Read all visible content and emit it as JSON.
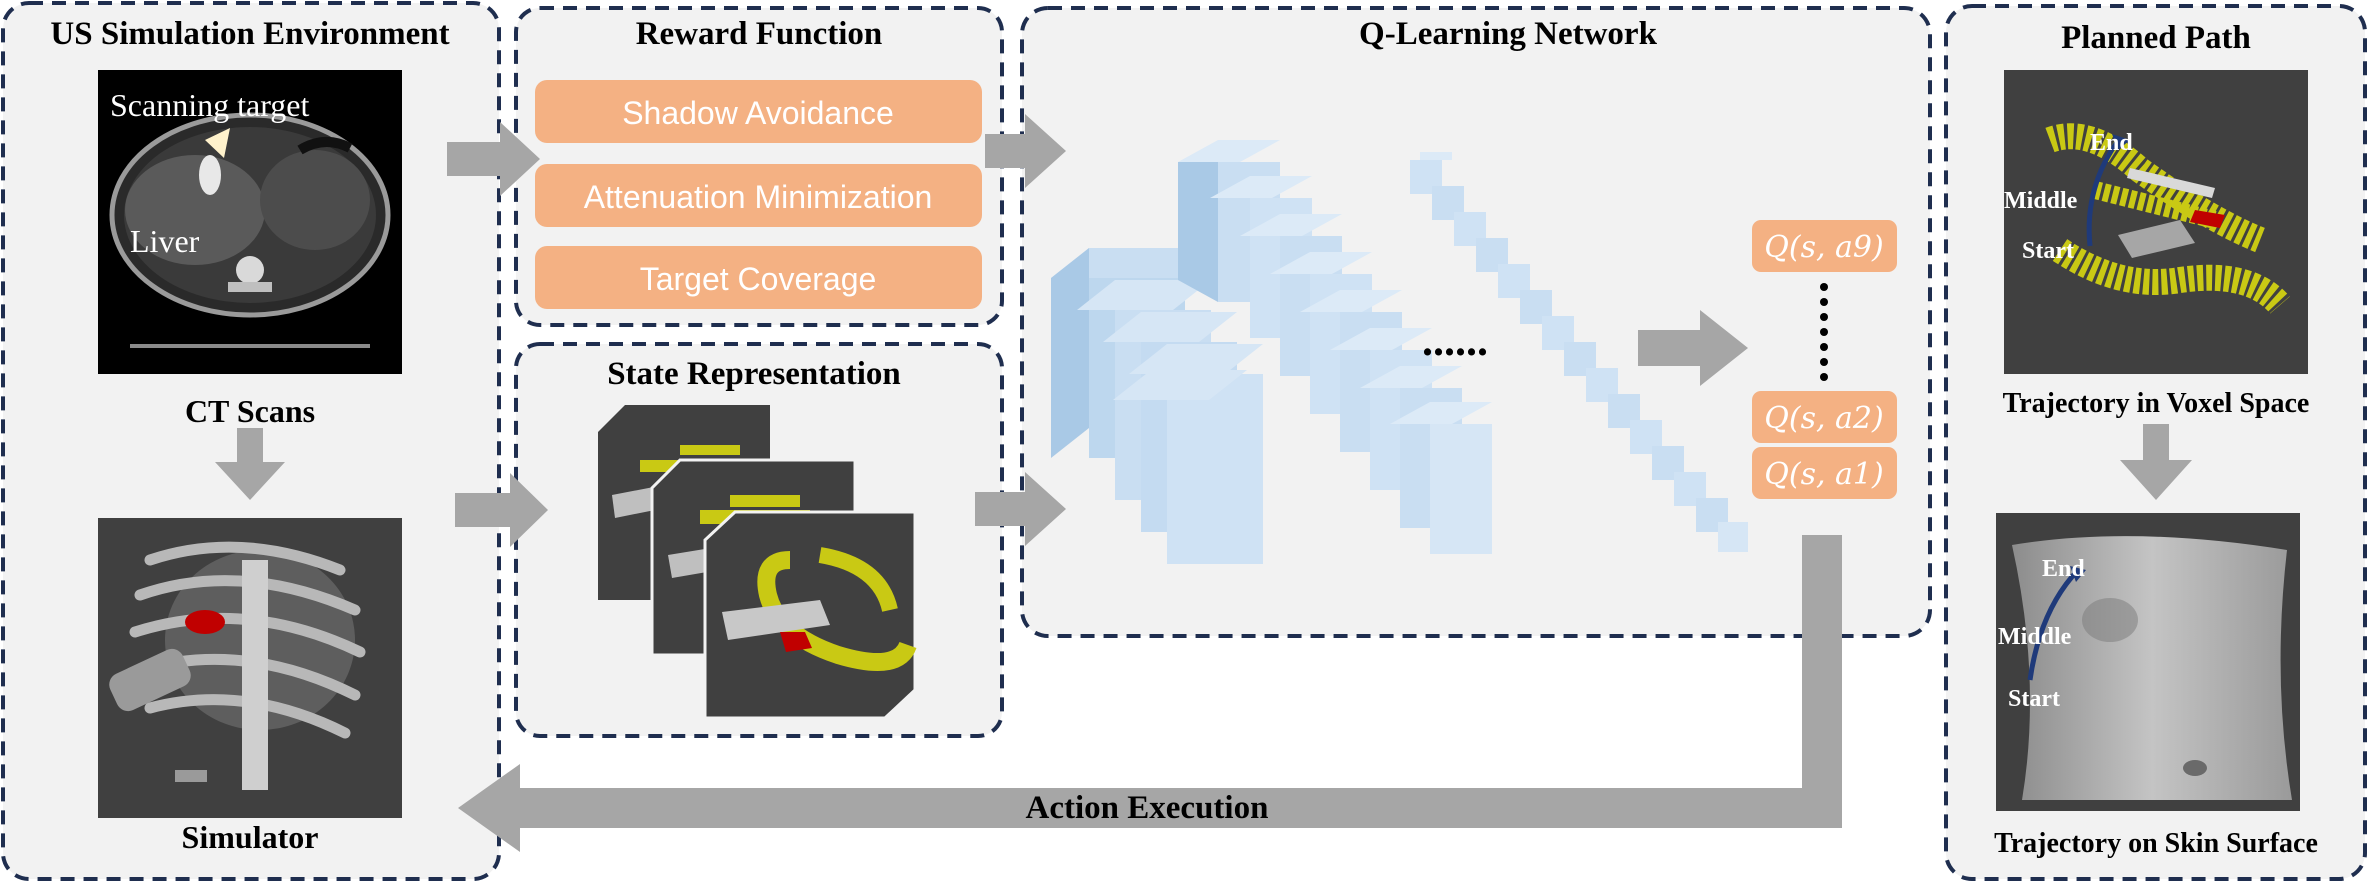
{
  "panels": {
    "env": {
      "title": "US Simulation Environment",
      "ct_annotation_target": "Scanning target",
      "ct_annotation_liver": "Liver",
      "ct_caption": "CT Scans",
      "sim_caption": "Simulator"
    },
    "reward": {
      "title": "Reward Function",
      "items": [
        "Shadow Avoidance",
        "Attenuation Minimization",
        "Target Coverage"
      ]
    },
    "state": {
      "title": "State Representation"
    },
    "network": {
      "title": "Q-Learning Network",
      "ellipsis": "......",
      "outputs": [
        "Q(s, a9)",
        "Q(s, a2)",
        "Q(s, a1)"
      ]
    },
    "path": {
      "title": "Planned Path",
      "voxel_caption": "Trajectory in Voxel Space",
      "skin_caption": "Trajectory on Skin Surface",
      "voxel_labels": {
        "end": "End",
        "middle": "Middle",
        "start": "Start"
      },
      "skin_labels": {
        "end": "End",
        "middle": "Middle",
        "start": "Start"
      }
    }
  },
  "action_label": "Action Execution",
  "colors": {
    "panel_bg": "#f2f2f2",
    "panel_border": "#1f2e4f",
    "reward_fill": "#f4b183",
    "arrow": "#a6a6a6",
    "block": "#bdd7ee",
    "dark_image": "#404040",
    "voxel": "#c9c914",
    "target_red": "#c00000",
    "trajectory": "#1f3a7a"
  }
}
